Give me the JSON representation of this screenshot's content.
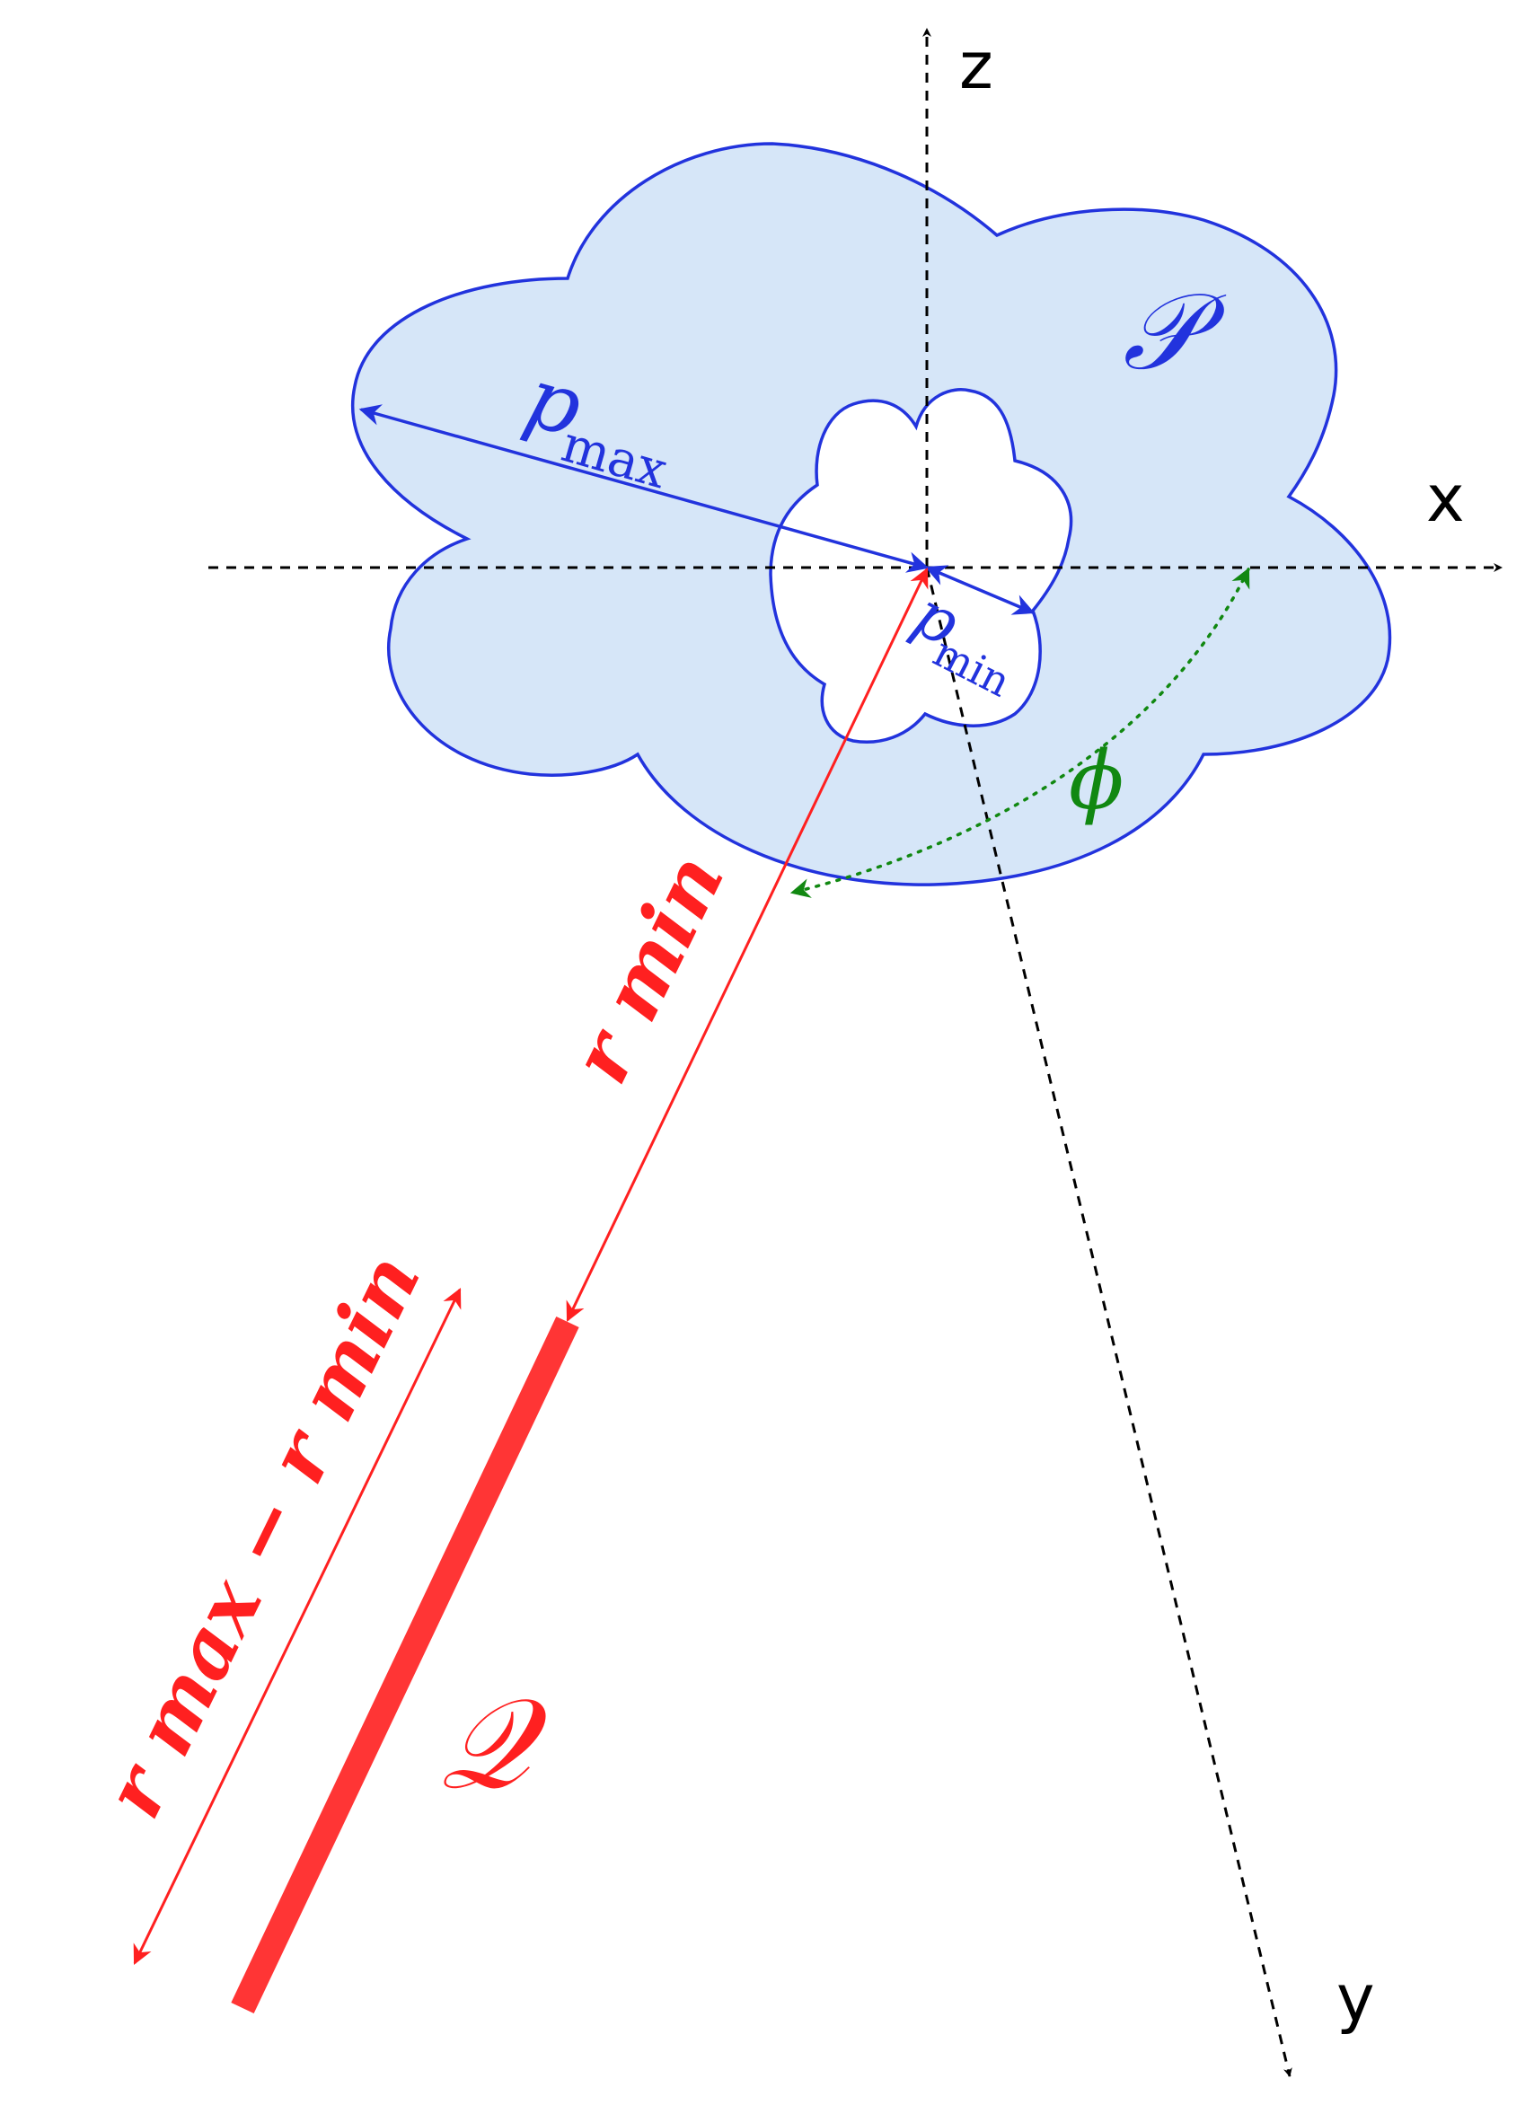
{
  "axes": {
    "x_label": "x",
    "y_label": "y",
    "z_label": "z"
  },
  "labels": {
    "P": "𝒫",
    "Q": "𝒬",
    "p_max_main": "p",
    "p_max_sub": "max",
    "p_min_main": "p",
    "p_min_sub": "min",
    "phi": "ϕ",
    "r_min": "r min",
    "r_range": "r max − r min"
  },
  "colors": {
    "blue": "#2233dd",
    "cloud_fill": "#d6e6f8",
    "red": "#ff2020",
    "segment": "#ff3535",
    "green": "#118811",
    "axis": "#000000"
  }
}
